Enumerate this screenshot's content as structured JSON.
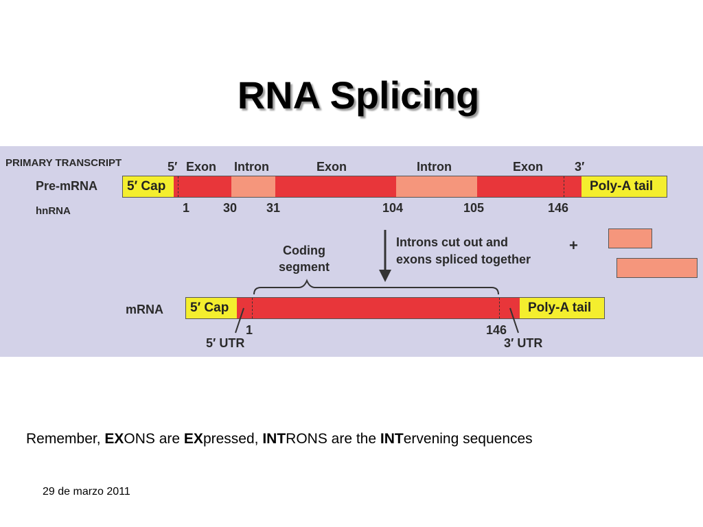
{
  "title": "RNA Splicing",
  "diagram": {
    "header": "PRIMARY TRANSCRIPT",
    "row_labels": {
      "pre": "Pre-mRNA",
      "hn": "hnRNA",
      "mrna": "mRNA"
    },
    "top_labels": {
      "five_prime": "5′",
      "exon1": "Exon",
      "intron1": "Intron",
      "exon2": "Exon",
      "intron2": "Intron",
      "exon3": "Exon",
      "three_prime": "3′"
    },
    "cap": "5′ Cap",
    "polya": "Poly-A tail",
    "positions": [
      "1",
      "30",
      "31",
      "104",
      "105",
      "146"
    ],
    "coding_segment": "Coding\nsegment",
    "action_note": "Introns cut out and\nexons spliced together",
    "plus": "+",
    "mrna_pos_start": "1",
    "mrna_pos_end": "146",
    "utr5": "5′ UTR",
    "utr3": "3′ UTR",
    "colors": {
      "exon": "#e8363a",
      "intron": "#f5967c",
      "cap": "#f4ee2e",
      "background": "#d3d2e8"
    }
  },
  "caption": {
    "parts": [
      {
        "text": "Remember, ",
        "bold": false
      },
      {
        "text": "EX",
        "bold": true
      },
      {
        "text": "ONS are ",
        "bold": false
      },
      {
        "text": "EX",
        "bold": true
      },
      {
        "text": "pressed, ",
        "bold": false
      },
      {
        "text": "INT",
        "bold": true
      },
      {
        "text": "RONS are the ",
        "bold": false
      },
      {
        "text": "INT",
        "bold": true
      },
      {
        "text": "ervening sequences",
        "bold": false
      }
    ]
  },
  "date": "29 de marzo 2011"
}
